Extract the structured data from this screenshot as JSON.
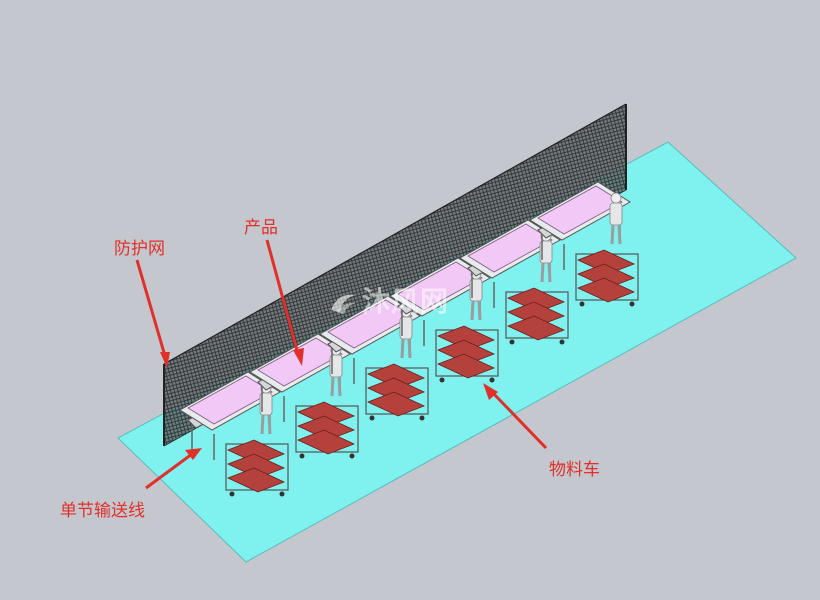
{
  "labels": {
    "fence": "防护网",
    "product": "产品",
    "cart": "物料车",
    "conveyor": "单节输送线"
  },
  "watermark": {
    "text": "沐风网"
  },
  "colors": {
    "background": "#c5c7cf",
    "floor": "#7ff1ee",
    "fence_mesh": "#2e3538",
    "product": "#f2c8f6",
    "cart_bin": "#b5413d",
    "frame": "#d4d6d8",
    "label_red": "#e0302a"
  },
  "stations": [
    {
      "id": 1
    },
    {
      "id": 2
    },
    {
      "id": 3
    },
    {
      "id": 4
    },
    {
      "id": 5
    },
    {
      "id": 6
    }
  ]
}
